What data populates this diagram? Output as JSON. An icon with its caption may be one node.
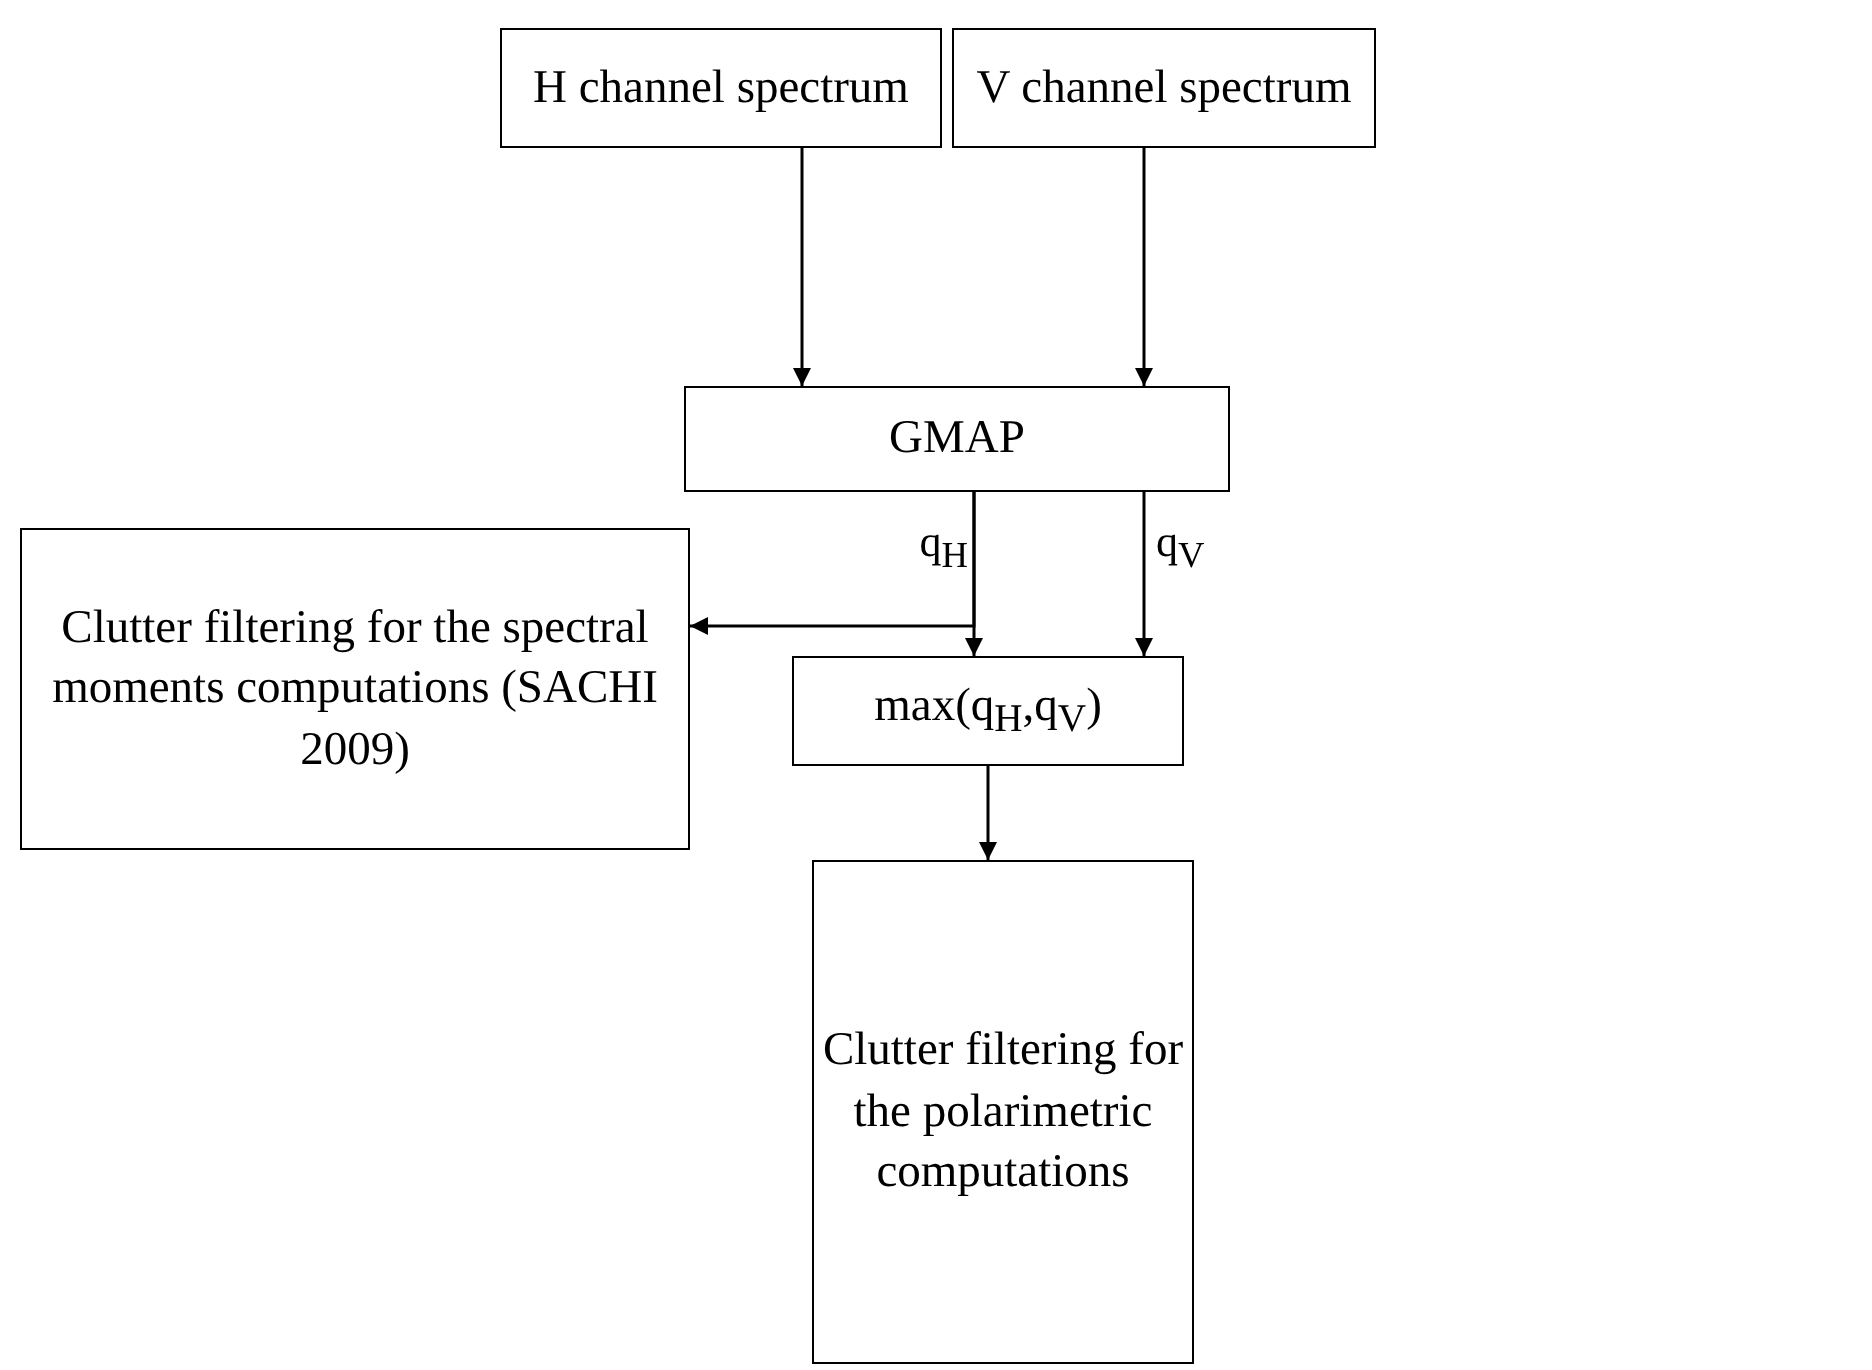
{
  "diagram": {
    "nodes": [
      {
        "text": [
          "H channel spectrum"
        ]
      },
      {
        "text": [
          "V channel spectrum"
        ]
      },
      {
        "text": [
          "GMAP"
        ]
      },
      {
        "text": [
          "Clutter filtering for the spectral moments computations (SACHI 2009)"
        ]
      },
      {
        "text": [
          "max(q$_{H}$,q$_{V}$)"
        ]
      },
      {
        "text": [
          "Clutter filtering for the polarimetric computations"
        ]
      }
    ],
    "edges": [
      {
        "from": 0,
        "to": 2,
        "arrow": "to"
      },
      {
        "from": 1,
        "to": 2,
        "arrow": "to"
      },
      {
        "from": 2,
        "to": 4,
        "arrow": "to",
        "label": "q$_{H}$"
      },
      {
        "from": 2,
        "to": 4,
        "arrow": "to",
        "label": "q$_{V}$"
      },
      {
        "from": 2,
        "to": 3,
        "arrow": "to"
      },
      {
        "from": 4,
        "to": 5,
        "arrow": "to"
      }
    ]
  }
}
